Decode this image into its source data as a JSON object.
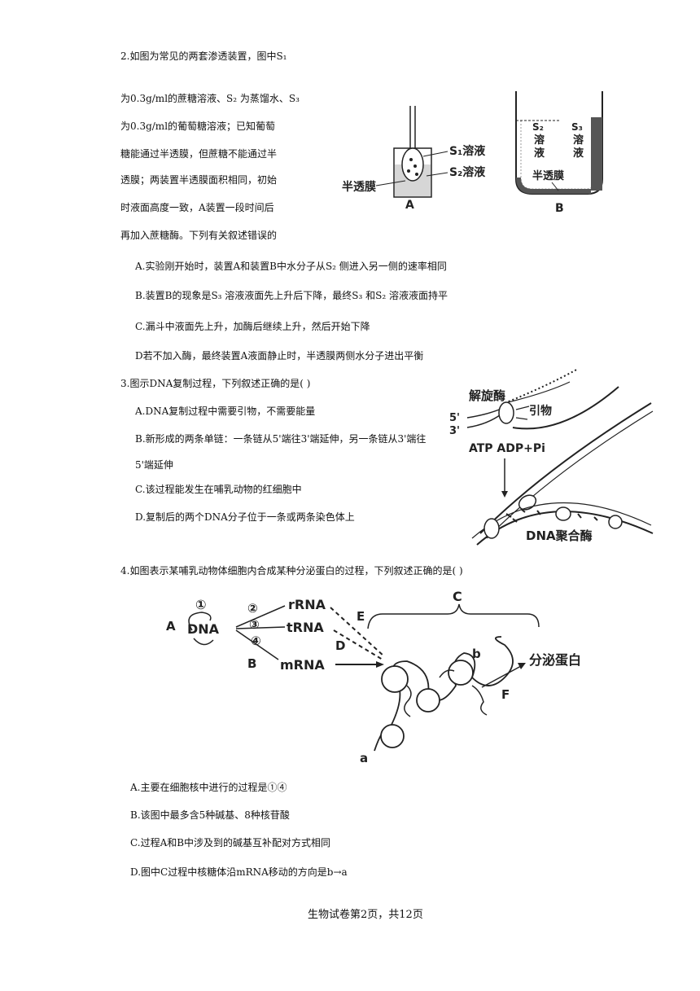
{
  "q2": {
    "title": "2.如图为常见的两套渗透装置，图中S₁",
    "lines": [
      "为0.3g/ml的蔗糖溶液、S₂ 为蒸馏水、S₃",
      "为0.3g/ml的葡萄糖溶液；已知葡萄",
      "糖能通过半透膜，但蔗糖不能通过半",
      "透膜；两装置半透膜面积相同，初始",
      "时液面高度一致，A装置一段时间后",
      "再加入蔗糖酶。下列有关叙述错误的"
    ],
    "options": [
      "A.实验刚开始时，装置A和装置B中水分子从S₂ 侧进入另一侧的速率相同",
      "B.装置B的现象是S₃ 溶液液面先上升后下降，最终S₃ 和S₂ 溶液液面持平",
      "C.漏斗中液面先上升，加酶后继续上升，然后开始下降",
      "D若不加入酶，最终装置A液面静止时，半透膜两侧水分子进出平衡"
    ],
    "figA": {
      "label_s1": "S₁溶液",
      "label_s2": "S₂溶液",
      "membrane": "半透膜",
      "tag": "A"
    },
    "figB": {
      "left_s": "S₂",
      "left_1": "溶",
      "left_2": "液",
      "right_s": "S₃",
      "right_1": "溶",
      "right_2": "液",
      "membrane": "半透膜",
      "tag": "B"
    }
  },
  "q3": {
    "title": "3.图示DNA复制过程，下列叙述正确的是(            )",
    "options": [
      "A.DNA复制过程中需要引物，不需要能量",
      "B.新形成的两条单链：一条链从5'端往3'端延伸，另一条链从3'端往",
      "5'端延伸",
      "C.该过程能发生在哺乳动物的红细胞中",
      "D.复制后的两个DNA分子位于一条或两条染色体上"
    ],
    "fig": {
      "helicase": "解旋酶",
      "primer": "引物",
      "five": "5'",
      "three": "3'",
      "atp": "ATP ADP+Pi",
      "polymerase": "DNA聚合酶"
    }
  },
  "q4": {
    "title": "4.如图表示某哺乳动物体细胞内合成某种分泌蛋白的过程，下列叙述正确的是(                               )",
    "options": [
      "A.主要在细胞核中进行的过程是①④",
      "B.该图中最多含5种碱基、8种核苷酸",
      "C.过程A和B中涉及到的碱基互补配对方式相同",
      "D.图中C过程中核糖体沿mRNA移动的方向是b→a"
    ],
    "fig": {
      "n1": "①",
      "n2": "②",
      "n3": "③",
      "n4": "④",
      "A": "A",
      "dna": "DNA",
      "B": "B",
      "rrna": "rRNA",
      "trna": "tRNA",
      "mrna": "mRNA",
      "E": "E",
      "D": "D",
      "C": "C",
      "F": "F",
      "a": "a",
      "b": "b",
      "protein": "分泌蛋白"
    }
  },
  "footer": "生物试卷第2页，共12页"
}
